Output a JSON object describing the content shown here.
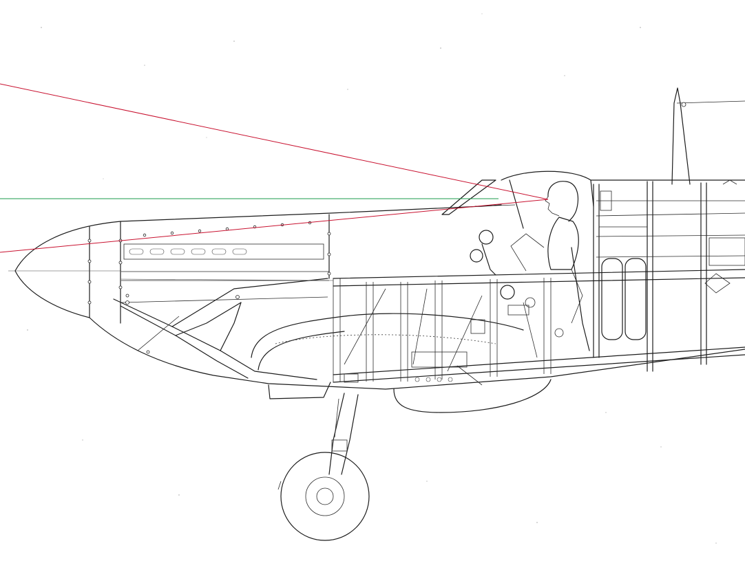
{
  "drawing": {
    "subject": "aircraft-side-cutaway",
    "line_color": "#1b1b1b",
    "background": "#ffffff",
    "overlay_lines": [
      {
        "name": "sight-line-upper",
        "color": "#c8102e"
      },
      {
        "name": "sight-line-lower",
        "color": "#c8102e"
      },
      {
        "name": "horizon-line",
        "color": "#1a9a4a"
      }
    ]
  }
}
